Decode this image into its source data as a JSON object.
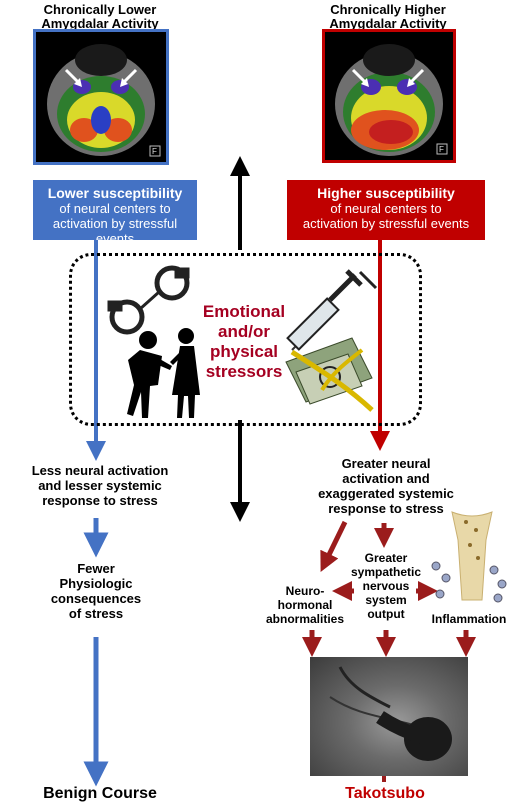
{
  "left_column": {
    "title_line1": "Chronically Lower",
    "title_line2": "Amygdalar Activity",
    "susceptibility_heading": "Lower susceptibility",
    "susceptibility_line2": "of neural centers to",
    "susceptibility_line3": "activation by stressful events",
    "flow_text_1": [
      "Less neural activation",
      "and lesser systemic",
      "response to stress"
    ],
    "flow_text_2": [
      "Fewer",
      "Physiologic",
      "consequences",
      "of stress"
    ],
    "outcome": "Benign Course"
  },
  "right_column": {
    "title_line1": "Chronically Higher",
    "title_line2": "Amygdalar Activity",
    "susceptibility_heading": "Higher susceptibility",
    "susceptibility_line2": "of neural centers to",
    "susceptibility_line3": "activation by stressful events",
    "flow_text_1": [
      "Greater neural",
      "activation and",
      "exaggerated systemic",
      "response to stress"
    ],
    "sympathetic": [
      "Greater",
      "sympathetic",
      "nervous",
      "system",
      "output"
    ],
    "neurohormonal": [
      "Neuro-",
      "hormonal",
      "abnormalities"
    ],
    "inflammation": "Inflammation",
    "outcome": "Takotsubo"
  },
  "stressors": [
    "Emotional",
    "and/or",
    "physical",
    "stressors"
  ],
  "colors": {
    "low_blue": "#4472c4",
    "high_red": "#c00000",
    "stressor_red": "#a50021",
    "arrow_dark_red": "#9b1c1c"
  },
  "scan_marker": "F"
}
